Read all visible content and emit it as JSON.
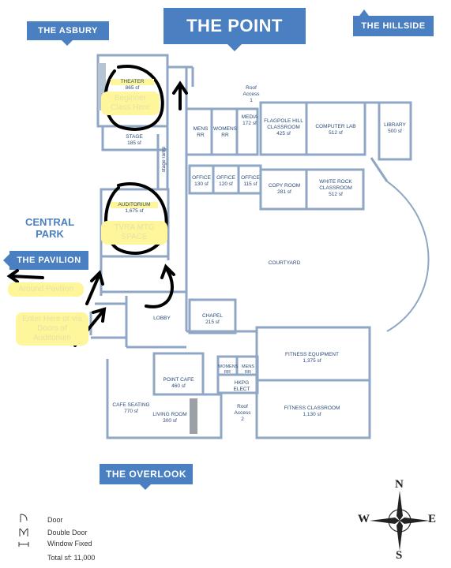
{
  "title": "THE POINT",
  "neighbors": {
    "asbury": "THE ASBURY",
    "hillside": "THE HILLSIDE",
    "pavilion": "THE PAVILION",
    "overlook": "THE OVERLOOK",
    "central_park": "CENTRAL PARK"
  },
  "rooms": {
    "theater": {
      "name": "THEATER",
      "size": "865 sf"
    },
    "stage": {
      "name": "STAGE",
      "size": "185 sf"
    },
    "stage_ramp": "stage ramp",
    "auditorium": {
      "name": "AUDITORIUM",
      "size": "1,675 sf"
    },
    "mens_rr": {
      "name": "MENS",
      "size": "RR"
    },
    "womens_rr": {
      "name": "WOMENS",
      "size": "RR"
    },
    "media": {
      "name": "MEDIA",
      "size": "172 sf"
    },
    "roof_access_1": "Roof Access 1",
    "flagpole": {
      "name": "FLAGPOLE HILL CLASSROOM",
      "size": "425 sf"
    },
    "computer_lab": {
      "name": "COMPUTER LAB",
      "size": "512 sf"
    },
    "library": {
      "name": "LIBRARY",
      "size": "500 sf"
    },
    "office1": {
      "name": "OFFICE",
      "size": "130 sf"
    },
    "office2": {
      "name": "OFFICE",
      "size": "120 sf"
    },
    "office3": {
      "name": "OFFICE",
      "size": "115 sf"
    },
    "copy_room": {
      "name": "COPY ROOM",
      "size": "281 sf"
    },
    "white_rock": {
      "name": "WHITE ROCK CLASSROOM",
      "size": "512 sf"
    },
    "courtyard": "COURTYARD",
    "lobby": "LOBBY",
    "chapel": {
      "name": "CHAPEL",
      "size": "215 sf"
    },
    "fitness_equipment": {
      "name": "FITNESS EQUIPMENT",
      "size": "1,375 sf"
    },
    "fitness_classroom": {
      "name": "FITNESS CLASSROOM",
      "size": "1,130 sf"
    },
    "womens_rr2": {
      "name": "WOMENS",
      "size": "RR"
    },
    "mens_rr2": {
      "name": "MENS",
      "size": "RR"
    },
    "hkpg": {
      "name": "HKPG",
      "size": "ELECT"
    },
    "roof_access_2": "Roof Access 2",
    "point_cafe": {
      "name": "POINT CAFE",
      "size": "460 sf"
    },
    "cafe_seating": {
      "name": "CAFE SEATING",
      "size": "770 sf"
    },
    "living_room": {
      "name": "LIVING ROOM",
      "size": "300 sf"
    }
  },
  "annotations": {
    "beginner": "Beginner Class Here",
    "tvra": "TVRA MTG SPACE",
    "around": "Around Pavilion",
    "enter": "Enter Here or via Doors of Auditorium"
  },
  "legend": {
    "door": "Door",
    "double_door": "Double Door",
    "window": "Window Fixed",
    "total": "Total sf: 11,000"
  },
  "compass": {
    "n": "N",
    "s": "S",
    "e": "E",
    "w": "W"
  },
  "colors": {
    "tag": "#4a7fc1",
    "wall": "#8fa7c4",
    "ink": "#000000",
    "highlight": "#fff59a"
  }
}
